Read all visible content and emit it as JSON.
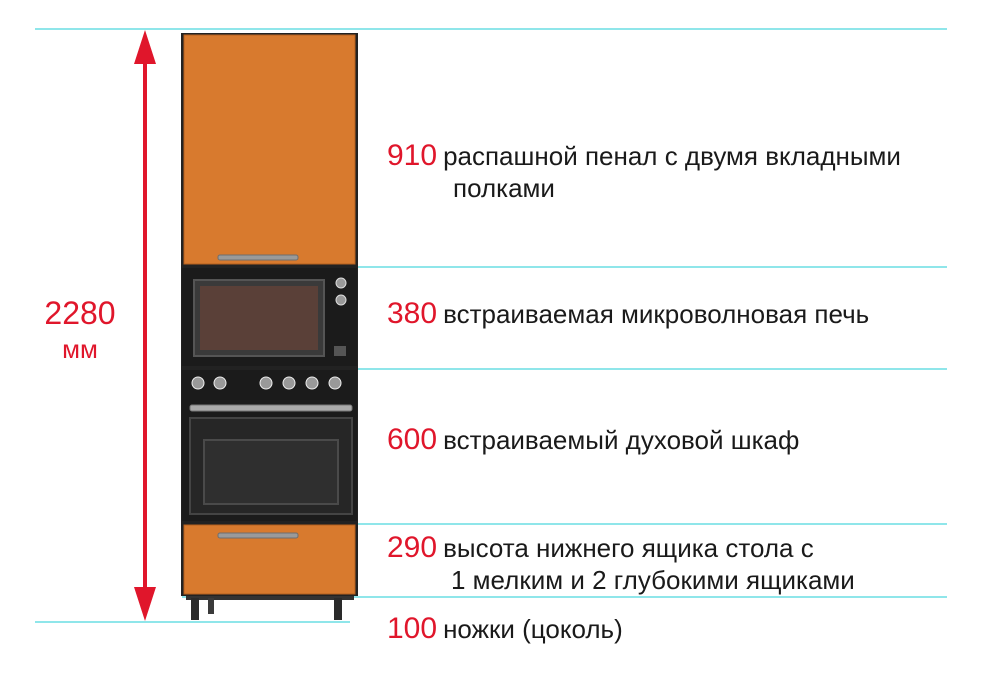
{
  "total": {
    "value": "2280",
    "unit": "мм"
  },
  "sections": [
    {
      "value": "910",
      "text": "распашной пенал с двумя вкладными",
      "text2": "полками"
    },
    {
      "value": "380",
      "text": "встраиваемая микроволновая печь"
    },
    {
      "value": "600",
      "text": "встраиваемый духовой шкаф"
    },
    {
      "value": "290",
      "text": "высота нижнего ящика стола с",
      "text2": "1 мелким и 2 глубокими ящиками"
    },
    {
      "value": "100",
      "text": "ножки (цоколь)"
    }
  ],
  "colors": {
    "cabinet": "#d87a2e",
    "appliance": "#1b1b1b",
    "dimension": "#e0162b",
    "guide": "#8fe6ea"
  }
}
